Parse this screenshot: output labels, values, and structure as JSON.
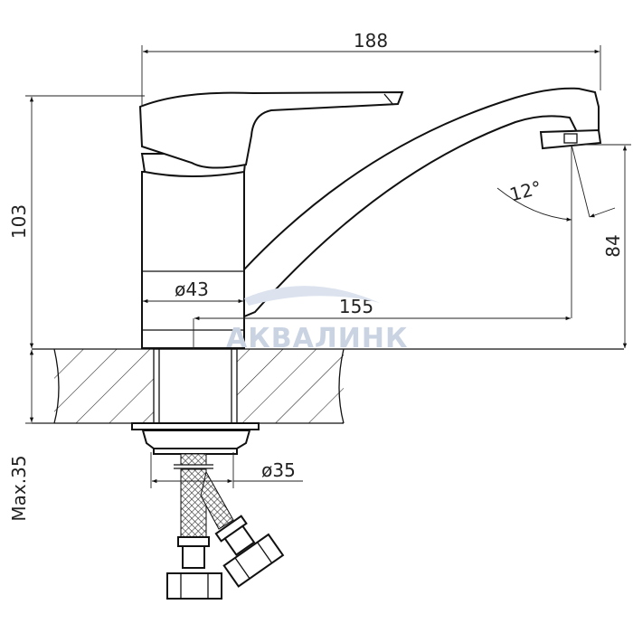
{
  "drawing": {
    "dimensions": {
      "overall_length": "188",
      "overall_height": "103",
      "spout_height": "84",
      "aerator_angle": "12°",
      "body_diameter": "ø43",
      "spout_reach": "155",
      "mount_diameter": "ø35",
      "max_counter_thickness": "Max.35"
    },
    "watermark": "АКВАЛИНК",
    "colors": {
      "line": "#111111",
      "watermark": "#c9d3e2"
    }
  }
}
